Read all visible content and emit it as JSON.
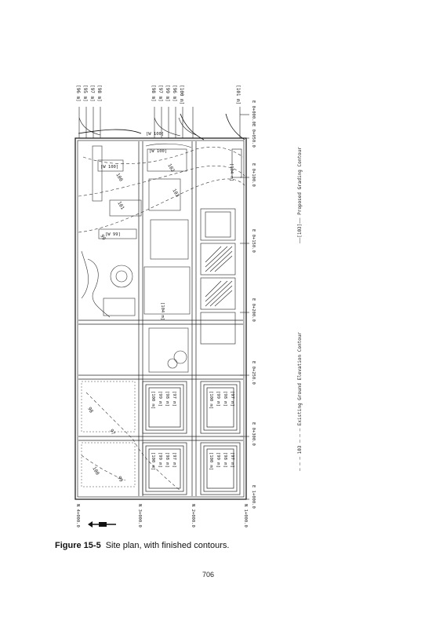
{
  "figure": {
    "caption_label": "Figure 15-5",
    "caption_text": "Site plan, with finished contours.",
    "page_number": "706"
  },
  "plan": {
    "top_labels_left": [
      "[96 m]",
      "[95 m]",
      "[97 m]",
      "[98 m]"
    ],
    "top_labels_right": [
      "[98 m]",
      "[97 m]",
      "[99 m]",
      "[96 m]",
      "[100 m]",
      "[101 m]"
    ],
    "east_stations": [
      "E 0+000.0",
      "E 0+050.0",
      "E 0+100.0",
      "E 0+150.0",
      "E 0+200.0",
      "E 0+250.0",
      "E 0+300.0",
      "E 1+000.0"
    ],
    "north_stations": [
      "N 4+000.0",
      "N 3+000.0",
      "N 2+000.0",
      "N 1+000.0"
    ],
    "contour_labels": [
      "100",
      "101",
      "99",
      "102",
      "103",
      "98",
      "97",
      "100",
      "99"
    ],
    "block_labels": [
      "[100 m]",
      "[99 m]",
      "[98 m]",
      "[97 m]"
    ],
    "field_labels": [
      "[W 100]",
      "[W 99]",
      "[W 100]",
      "[W 100]",
      "[104 m]",
      "[104 m]"
    ],
    "legend_existing": "— — — 103 — — —  Existing Ground Elevation Contour",
    "legend_proposed": "——[103]——  Proposed Grading Contour"
  }
}
